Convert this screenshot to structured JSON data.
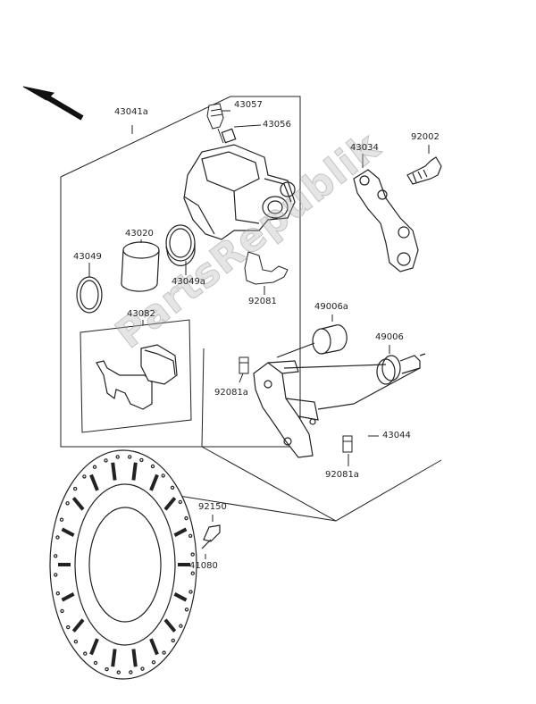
{
  "parts": {
    "caliper_assy": "43041a",
    "bleed_valve": "43057",
    "bleed_cap": "43056",
    "piston": "43020",
    "seal": "43049",
    "dust_seal": "43049a",
    "pad_set": "43082",
    "spring": "92081",
    "bracket_bolt": "92002",
    "torque_link": "43034",
    "boot_a": "49006a",
    "boot": "49006",
    "bushing_a1": "92081a",
    "bushing_a2": "92081a",
    "holder": "43044",
    "disc_bolt": "92150",
    "disc": "41080"
  },
  "watermark": "PartsRepublik",
  "colors": {
    "line": "#222222",
    "fill": "#ffffff",
    "watermark": "#b4b4b4"
  }
}
